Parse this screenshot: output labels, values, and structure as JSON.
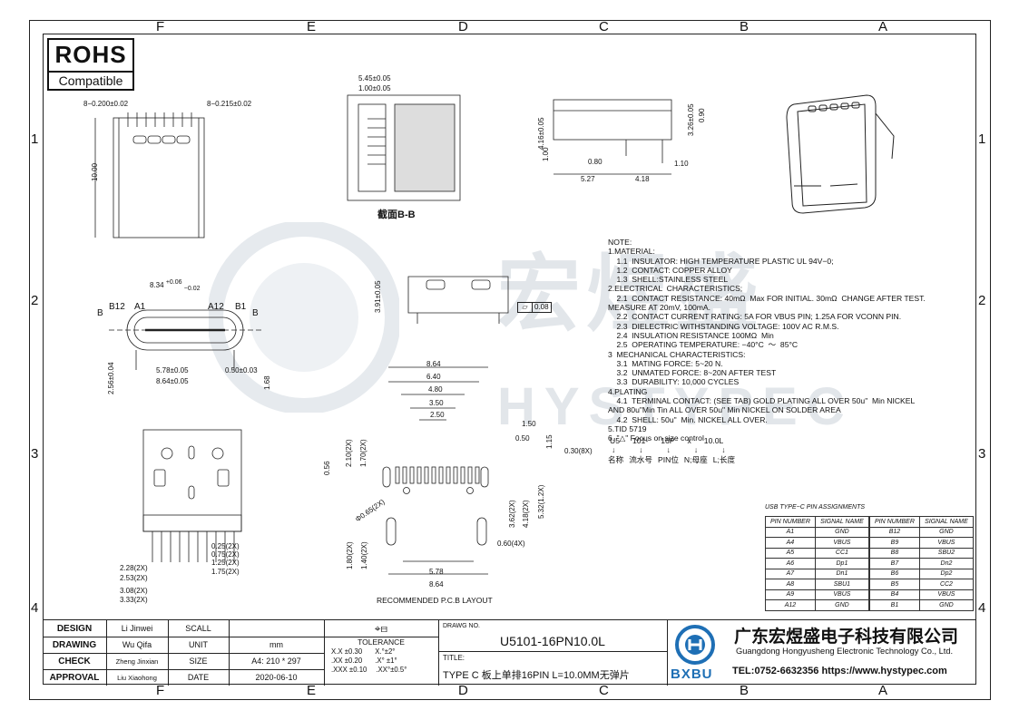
{
  "zones_top": [
    "F",
    "E",
    "D",
    "C",
    "B",
    "A"
  ],
  "zones_side": [
    "1",
    "2",
    "3",
    "4"
  ],
  "rohs": {
    "title": "ROHS",
    "subtitle": "Compatible"
  },
  "watermark": {
    "cn": "宏煜盛",
    "en": "HYSTYPEC"
  },
  "section_label": "截面B-B",
  "dims": {
    "top_left_a": "8−0.200±0.02",
    "top_left_b": "8−0.215±0.02",
    "height_10": "10.00",
    "sec_w1": "5.45±0.05",
    "sec_w2": "1.00±0.05",
    "side_h1": "4.16±0.05",
    "side_h2": "1.00",
    "side_r1": "3.26±0.05",
    "side_r2": "0.90",
    "side_b1": "0.80",
    "side_b2": "1.10",
    "side_b3": "5.27",
    "side_b4": "4.18",
    "front_w": "8.34",
    "front_tol_up": "+0.06",
    "front_tol_dn": "−0.02",
    "front_h1": "3.91±0.05",
    "flat": "0.08",
    "pin_b12": "B12",
    "pin_a1": "A1",
    "pin_a12": "A12",
    "pin_b1": "B1",
    "b_left": "B",
    "b_right": "B",
    "front_v1": "2.56±0.04",
    "front_v2": "1.68",
    "front_m1": "5.78±0.05",
    "front_m2": "0.50±0.03",
    "front_m3": "8.64±0.05",
    "pcb_w1": "8.64",
    "pcb_w2": "6.40",
    "pcb_w3": "4.80",
    "pcb_w4": "3.50",
    "pcb_w5": "2.50",
    "pcb_r1": "1.50",
    "pcb_r2": "0.50",
    "pcb_r3": "1.15",
    "pcb_r4": "0.30(8X)",
    "pcb_l1": "2.10(2X)",
    "pcb_l2": "1.70(2X)",
    "pcb_l3": "0.56",
    "pcb_hole": "Φ0.65(2X)",
    "pcb_v1": "3.62(2X)",
    "pcb_v2": "4.18(2X)",
    "pcb_v3": "5.32(1.2X)",
    "pcb_slot": "0.60(4X)",
    "pcb_s1": "1.80(2X)",
    "pcb_s2": "1.40(2X)",
    "pcb_b1": "5.78",
    "pcb_b2": "8.64",
    "pcb_label": "RECOMMENDED P.C.B LAYOUT",
    "bot_1": "0.25(2X)",
    "bot_2": "0.75(2X)",
    "bot_3": "1.25(2X)",
    "bot_4": "1.75(2X)",
    "bot_5": "2.28(2X)",
    "bot_6": "2.53(2X)",
    "bot_7": "3.08(2X)",
    "bot_8": "3.33(2X)"
  },
  "notes": [
    "NOTE:",
    "1.MATERIAL:",
    "    1.1  INSULATOR: HIGH TEMPERATURE PLASTIC UL 94V−0;",
    "    1.2  CONTACT: COPPER ALLOY",
    "    1.3  SHELL:STAINLESS STEEL",
    "2.ELECTRICAL  CHARACTERISTICS;",
    "    2.1  CONTACT RESISTANCE: 40mΩ  Max FOR INITIAL. 30mΩ  CHANGE AFTER TEST.",
    "MEASURE AT 20mV, 100mA.",
    "    2.2  CONTACT CURRENT RATING: 5A FOR VBUS PIN; 1.25A FOR VCONN PIN.",
    "    2.3  DIELECTRIC WITHSTANDING VOLTAGE: 100V AC R.M.S.",
    "    2.4  INSULATION RESISTANCE 100MΩ  Min",
    "    2.5  OPERATING TEMPERATURE: −40°C  ～  85°C",
    "3  MECHANICAL CHARACTERISTICS:",
    "    3.1  MATING FORCE: 5~20 N.",
    "    3.2  UNMATED FORCE: 8~20N AFTER TEST",
    "    3.3  DURABILITY: 10,000 CYCLES",
    "4.PLATING",
    "    4.1  TERMINAL CONTACT: (SEE TAB) GOLD PLATING ALL OVER 50u\"  Min NICKEL",
    "AND 80u\"Min Tin ALL OVER 50u\" Min NICKEL ON SOLDER AREA",
    "    4.2  SHELL: 50u\"  Min. NICKEL ALL OVER.",
    "5.TID 5719",
    "6. \"△\" Focus on size control"
  ],
  "code": {
    "parts": [
      "U5",
      "101-",
      "16P",
      "x",
      "10.0L"
    ],
    "labels": [
      "名称",
      "流水号",
      "PIN位",
      "N;母座",
      "L;长度"
    ]
  },
  "pin_table": {
    "title": "USB TYPE−C PIN ASSIGNMENTS",
    "headers": [
      "PIN NUMBER",
      "SIGNAL NAME",
      "PIN NUMBER",
      "SIGNAL NAME"
    ],
    "rows": [
      [
        "A1",
        "GND",
        "B12",
        "GND"
      ],
      [
        "A4",
        "VBUS",
        "B9",
        "VBUS"
      ],
      [
        "A5",
        "CC1",
        "B8",
        "SBU2"
      ],
      [
        "A6",
        "Dp1",
        "B7",
        "Dn2"
      ],
      [
        "A7",
        "Dn1",
        "B6",
        "Dp2"
      ],
      [
        "A8",
        "SBU1",
        "B5",
        "CC2"
      ],
      [
        "A9",
        "VBUS",
        "B4",
        "VBUS"
      ],
      [
        "A12",
        "GND",
        "B1",
        "GND"
      ]
    ]
  },
  "title_block": {
    "design_l": "DESIGN",
    "design_v": "Li Jinwei",
    "drawing_l": "DRAWING",
    "drawing_v": "Wu Qifa",
    "check_l": "CHECK",
    "check_v": "Zheng Jinxian",
    "approval_l": "APPROVAL",
    "approval_v": "Liu Xiaohong",
    "scall_l": "SCALL",
    "scall_v": "",
    "unit_l": "UNIT",
    "unit_v": "mm",
    "size_l": "SIZE",
    "size_v": "A4: 210 * 297",
    "date_l": "DATE",
    "date_v": "2020-06-10",
    "tolerance_l": "TOLERANCE",
    "tol": [
      [
        "X.X  ±0.30",
        "X.°±2°"
      ],
      [
        ".XX  ±0.20",
        ".X° ±1°"
      ],
      [
        ".XXX ±0.10",
        ".XX°±0.5°"
      ]
    ],
    "drawg_no_l": "DRAWG NO.",
    "drawg_no_v": "U5101-16PN10.0L",
    "title_l": "TITLE:",
    "title_v": "TYPE C 板上单排16PIN L=10.0MM无弹片",
    "company_cn": "广东宏煜盛电子科技有限公司",
    "company_en": "Guangdong Hongyusheng Electronic Technology Co., Ltd.",
    "logo_text": "BXBU",
    "contact": "TEL:0752-6632356  https://www.hystypec.com"
  }
}
